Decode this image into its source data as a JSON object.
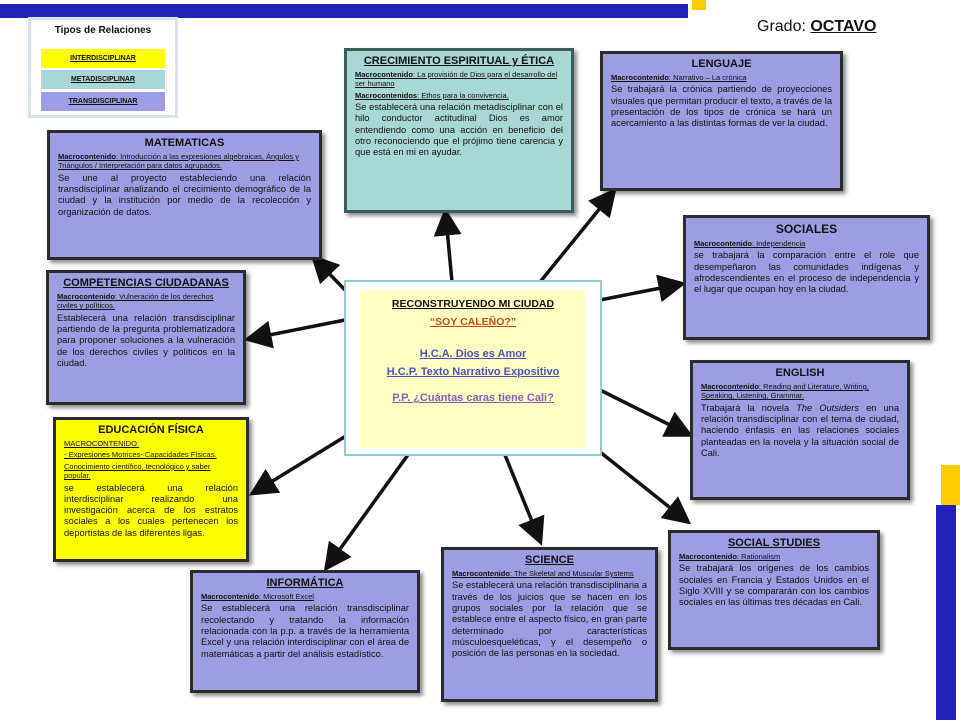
{
  "header": {
    "grado_label": "Grado: ",
    "grado_value": "OCTAVO"
  },
  "legend": {
    "title": "Tipos de Relaciones",
    "items": [
      {
        "label": "INTERDISCIPLINAR",
        "color": "#ffff00"
      },
      {
        "label": "METADISCIPLINAR",
        "color": "#a9d6d6"
      },
      {
        "label": "TRANSDISCIPLINAR",
        "color": "#9b9ee3"
      }
    ]
  },
  "center": {
    "line1": "RECONSTRUYENDO MI CIUDAD",
    "line2": "“SOY CALEÑO?”",
    "line3": "H.C.A. Dios es Amor",
    "line4": "H.C.P. Texto Narrativo Expositivo",
    "line5": "P.P. ¿Cuántas caras tiene Cali?"
  },
  "boxes": {
    "matematicas": {
      "title": "MATEMATICAS",
      "macro_label": "Macrocontenido",
      "macro_text": ": Introducción a las expresiones algebraicas, Ángulos y Triángulos / Interpretación para datos agrupados.",
      "body": "Se une al proyecto estableciendo una relación transdisciplinar analizando el crecimiento demográfico de la ciudad y la institución por medio de la recolección y organización de datos."
    },
    "crecimiento": {
      "title": "CRECIMIENTO ESPIRITUAL y ÉTICA",
      "macro_label": "Macrocontenido",
      "macro_text": ": La provisión de Dios para el desarrollo del ser humano",
      "macro2_label": "Macrocontenidos",
      "macro2_text": ": Ethos para la convivencia.",
      "body": "Se establecerá una relación metadisciplinar con el hilo conductor actitudinal Dios es amor entendiendo como una acción en beneficio del otro reconociendo que el prójimo tiene carencia y que está en mi en ayudar."
    },
    "lenguaje": {
      "title": "LENGUAJE",
      "macro_label": "Macrocontenido",
      "macro_text": ": Narrativo – La crónica",
      "body": "Se trabajará la crónica partiendo de proyecciones visuales que permitan producir el texto, a través de la presentación de los tipos de crónica se hará un acercamiento a las distintas formas de ver la ciudad."
    },
    "sociales": {
      "title": "SOCIALES",
      "macro_label": "Macrocontenido",
      "macro_text": ": Independencia",
      "body": "se trabajará la comparación entre el role que desempeñaron las comunidades indígenas y afrodescendientes en el proceso de independencia y el lugar que ocupan hoy en la ciudad."
    },
    "competencias": {
      "title": "COMPETENCIAS CIUDADANAS",
      "macro_label": "Macrocontenido",
      "macro_text": ": Vulneración de los derechos civiles y políticos.",
      "body": "Establecerá una relación transdisciplinar partiendo de la pregunta problematizadora para proponer soluciones a la vulneración de los derechos civiles y políticos en la ciudad."
    },
    "english": {
      "title": "ENGLISH",
      "macro_label": "Macrocontenido",
      "macro_text": ": Reading and Literature, Writing, Speaking, Listening, Grammar.",
      "body_pre": "Trabajará la novela ",
      "body_italic": "The Outsiders",
      "body_post": " en una relación transdisciplinar con el tema de ciudad, haciendo énfasis en las relaciones sociales planteadas en la novela y la situación social de Cali."
    },
    "educacion": {
      "title": "EDUCACIÓN FÍSICA",
      "macro_label": "MACROCONTENIDO:",
      "macro_text": "- Expresiones Motrices- Capacidades Físicas.",
      "macro2_text": "Conocimiento científico, tecnológico y saber popular.",
      "body": "se establecerá una relación interdisciplinar realizando una investigación acerca de los estratos sociales a los cuales pertenecen los deportistas de las diferentes ligas."
    },
    "social_studies": {
      "title": "SOCIAL STUDIES",
      "macro_label": "Macrocontenido",
      "macro_text": ": Rationalism",
      "body": "Se trabajará los orígenes de los cambios sociales en Francia y Estados Unidos en el Siglo XVIII y se compararán con los cambios sociales en las últimas tres décadas en Cali."
    },
    "science": {
      "title": "SCIENCE",
      "macro_label": "Macrocontenido",
      "macro_text": ": The Skeletal and Muscular Systems",
      "body": "Se establecerá una relación transdisciplinaria a través de los juicios que se hacen en los grupos sociales por la relación que se establece entre el aspecto físico, en gran parte determinado por características músculoesqueléticas, y el desempeño o posición de las personas en la sociedad."
    },
    "informatica": {
      "title": "INFORMÁTICA",
      "macro_label": "Macrocontenido",
      "macro_text": ": Microsoft Excel",
      "body": "Se establecerá una relación transdisciplinar recolectando y tratando la información relacionada con la p.p. a través de la herramienta Excel y una relación interdisciplinar con el área de matemáticas a partir del análisis estadístico."
    }
  },
  "colors": {
    "transdisciplinar": "#9b9ee3",
    "metadisciplinar": "#a9d6d6",
    "interdisciplinar": "#ffff00",
    "accent_blue": "#2222bb",
    "accent_yellow": "#ffcc00"
  }
}
